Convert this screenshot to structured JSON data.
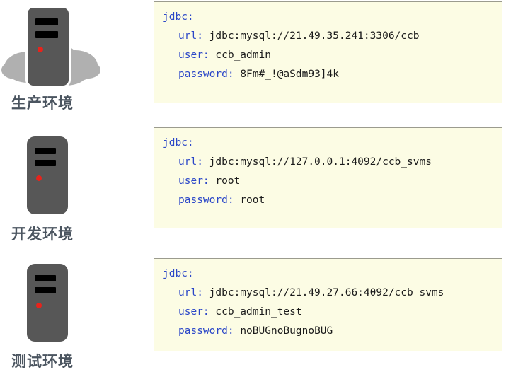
{
  "environments": [
    {
      "label": "生产环境",
      "icon": "server-with-cloud-icon",
      "has_cloud": true,
      "config": {
        "root_key": "jdbc:",
        "entries": [
          {
            "key": "url:",
            "value": "jdbc:mysql://21.49.35.241:3306/ccb"
          },
          {
            "key": "user:",
            "value": "ccb_admin"
          },
          {
            "key": "password:",
            "value": "8Fm#_!@aSdm93]4k"
          }
        ]
      }
    },
    {
      "label": "开发环境",
      "icon": "server-icon",
      "has_cloud": false,
      "config": {
        "root_key": "jdbc:",
        "entries": [
          {
            "key": "url:",
            "value": "jdbc:mysql://127.0.0.1:4092/ccb_svms"
          },
          {
            "key": "user:",
            "value": "root"
          },
          {
            "key": "password:",
            "value": "root"
          }
        ]
      }
    },
    {
      "label": "测试环境",
      "icon": "server-icon",
      "has_cloud": false,
      "config": {
        "root_key": "jdbc:",
        "entries": [
          {
            "key": "url:",
            "value": "jdbc:mysql://21.49.27.66:4092/ccb_svms"
          },
          {
            "key": "user:",
            "value": "ccb_admin_test"
          },
          {
            "key": "password:",
            "value": "noBUGnoBugnoBUG"
          }
        ]
      }
    }
  ],
  "colors": {
    "code_background": "#fcfce4",
    "code_border": "#9b9b8e",
    "code_key": "#2b47c8",
    "code_value": "#1b1b1b",
    "server_body": "#575757",
    "server_slot": "#000000",
    "led": "#e8231b",
    "cloud": "#b0b0b0",
    "label_text": "#4b5560"
  }
}
